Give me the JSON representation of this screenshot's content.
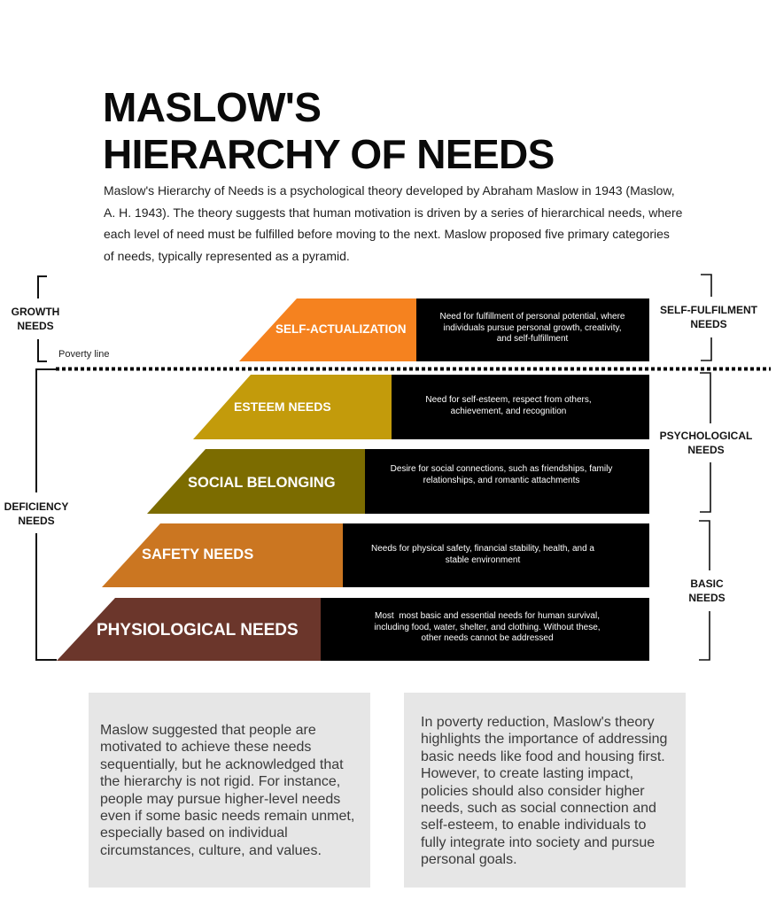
{
  "title": {
    "line1": "MASLOW'S",
    "line2": "HIERARCHY OF NEEDS"
  },
  "intro": {
    "lines": [
      "Maslow's Hierarchy of Needs is a psychological theory developed by Abraham Maslow in 1943 (Maslow,",
      "A. H. 1943). The theory suggests that human motivation is driven by a series of hierarchical needs, where",
      "each level of need must be fulfilled before moving to the next. Maslow proposed five primary categories",
      "of needs, typically represented as a pyramid."
    ]
  },
  "poverty_line": {
    "label": "Poverty line",
    "color": "#000000"
  },
  "pyramid": {
    "description_bg": "#000000",
    "levels": [
      {
        "label": "SELF-ACTUALIZATION",
        "color": "#F5821F",
        "description_lines": [
          "Need for fulfillment of personal potential, where",
          "individuals pursue personal growth, creativity,",
          "and self-fulfillment"
        ]
      },
      {
        "label": "ESTEEM NEEDS",
        "color": "#C39B0B",
        "description_lines": [
          "Need for self-esteem, respect from others,",
          "achievement, and recognition"
        ]
      },
      {
        "label": "SOCIAL BELONGING",
        "color": "#7C6C00",
        "description_lines": [
          "Desire for social connections, such as friendships, family",
          "relationships, and romantic attachments"
        ]
      },
      {
        "label": "SAFETY NEEDS",
        "color": "#CB7621",
        "description_lines": [
          "Needs for physical safety, financial stability, health, and a",
          "stable environment"
        ]
      },
      {
        "label": "PHYSIOLOGICAL NEEDS",
        "color": "#6B362B",
        "description_lines": [
          "Most  most basic and essential needs for human survival,",
          "including food, water, shelter, and clothing. Without these,",
          "other needs cannot be addressed"
        ]
      }
    ]
  },
  "left_groups": [
    {
      "line1": "GROWTH",
      "line2": "NEEDS"
    },
    {
      "line1": "DEFICIENCY",
      "line2": "NEEDS"
    }
  ],
  "right_groups": [
    {
      "line1": "SELF-FULFILMENT",
      "line2": "NEEDS"
    },
    {
      "line1": "PSYCHOLOGICAL",
      "line2": "NEEDS"
    },
    {
      "line1": "BASIC",
      "line2": "NEEDS"
    }
  ],
  "notes": [
    {
      "lines": [
        "Maslow suggested that people are",
        "motivated to achieve these needs",
        "sequentially, but he acknowledged that",
        "the hierarchy is not rigid. For instance,",
        "people may pursue higher-level needs",
        "even if some basic needs remain unmet,",
        "especially based on individual",
        "circumstances, culture, and values."
      ]
    },
    {
      "lines": [
        "In poverty reduction, Maslow's theory",
        "highlights the importance of addressing",
        "basic needs like food and housing first.",
        "However, to create lasting impact,",
        "policies should also consider higher",
        "needs, such as social connection and",
        "self-esteem, to enable individuals to",
        "fully integrate into society and pursue",
        "personal goals."
      ]
    }
  ]
}
